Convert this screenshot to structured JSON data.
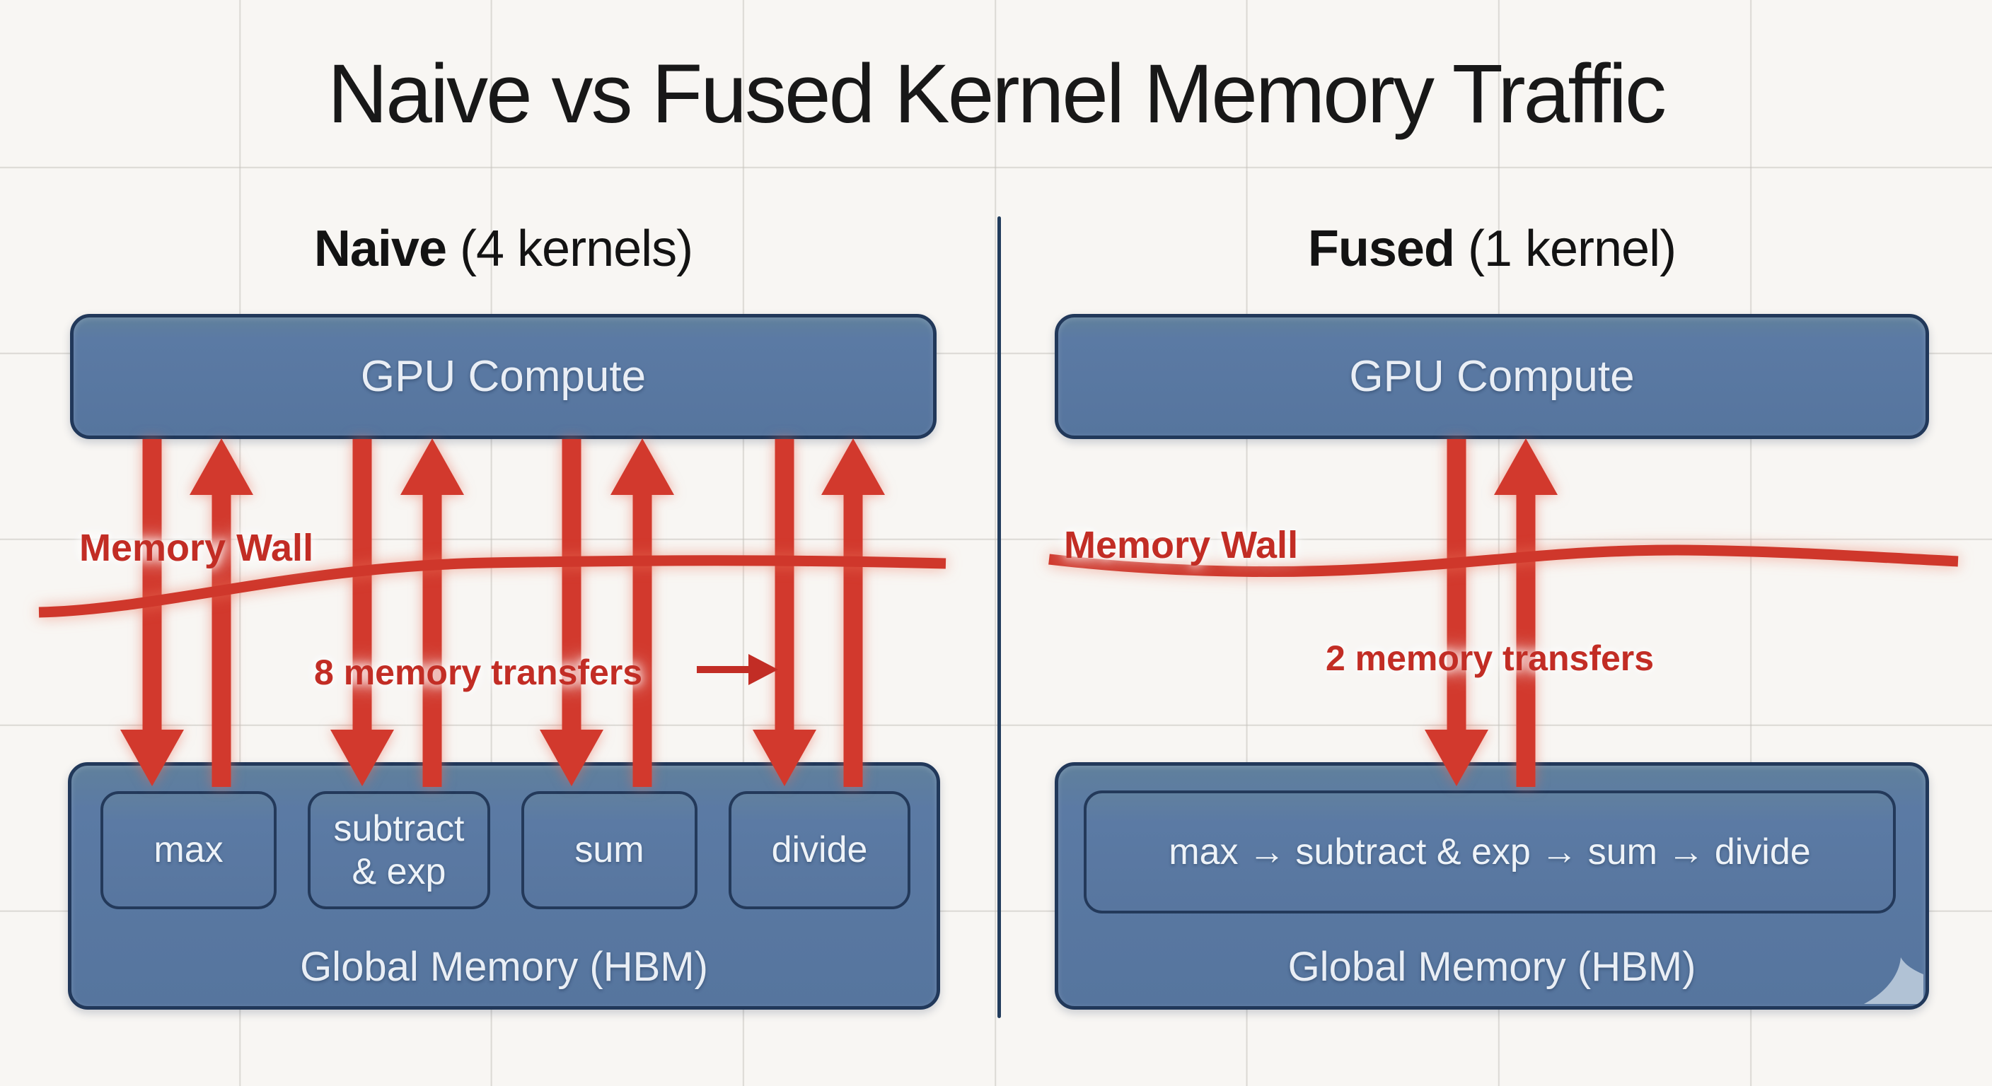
{
  "title": "Naive vs Fused Kernel Memory Traffic",
  "left": {
    "heading_bold": "Naive",
    "heading_rest": " (4 kernels)",
    "gpu_label": "GPU Compute",
    "wall_label": "Memory Wall",
    "transfers_label": "8 memory transfers",
    "memory_label": "Global Memory (HBM)",
    "kernels": [
      "max",
      "subtract & exp",
      "sum",
      "divide"
    ]
  },
  "right": {
    "heading_bold": "Fused",
    "heading_rest": " (1 kernel)",
    "gpu_label": "GPU Compute",
    "wall_label": "Memory Wall",
    "transfers_label": "2 memory transfers",
    "memory_label": "Global Memory (HBM)",
    "kernels": [
      "max → subtract & exp → sum → divide"
    ]
  },
  "icons": {
    "down_arrow": "down-arrow-icon",
    "up_arrow": "up-arrow-icon",
    "transfer_pointer": "right-arrow-icon",
    "watermark": "sail-watermark-icon"
  },
  "colors": {
    "background": "#f8f6f3",
    "grid_line": "#c4c1bb",
    "box_fill": "#5b7aa4",
    "box_border": "#21385a",
    "box_text": "#e9eef5",
    "red_text": "#c22d25",
    "red_arrow": "#d2392d",
    "red_wall": "#cf372b",
    "divider": "#223c5c",
    "title_text": "#181818",
    "watermark_fill": "#b6c6d8"
  }
}
